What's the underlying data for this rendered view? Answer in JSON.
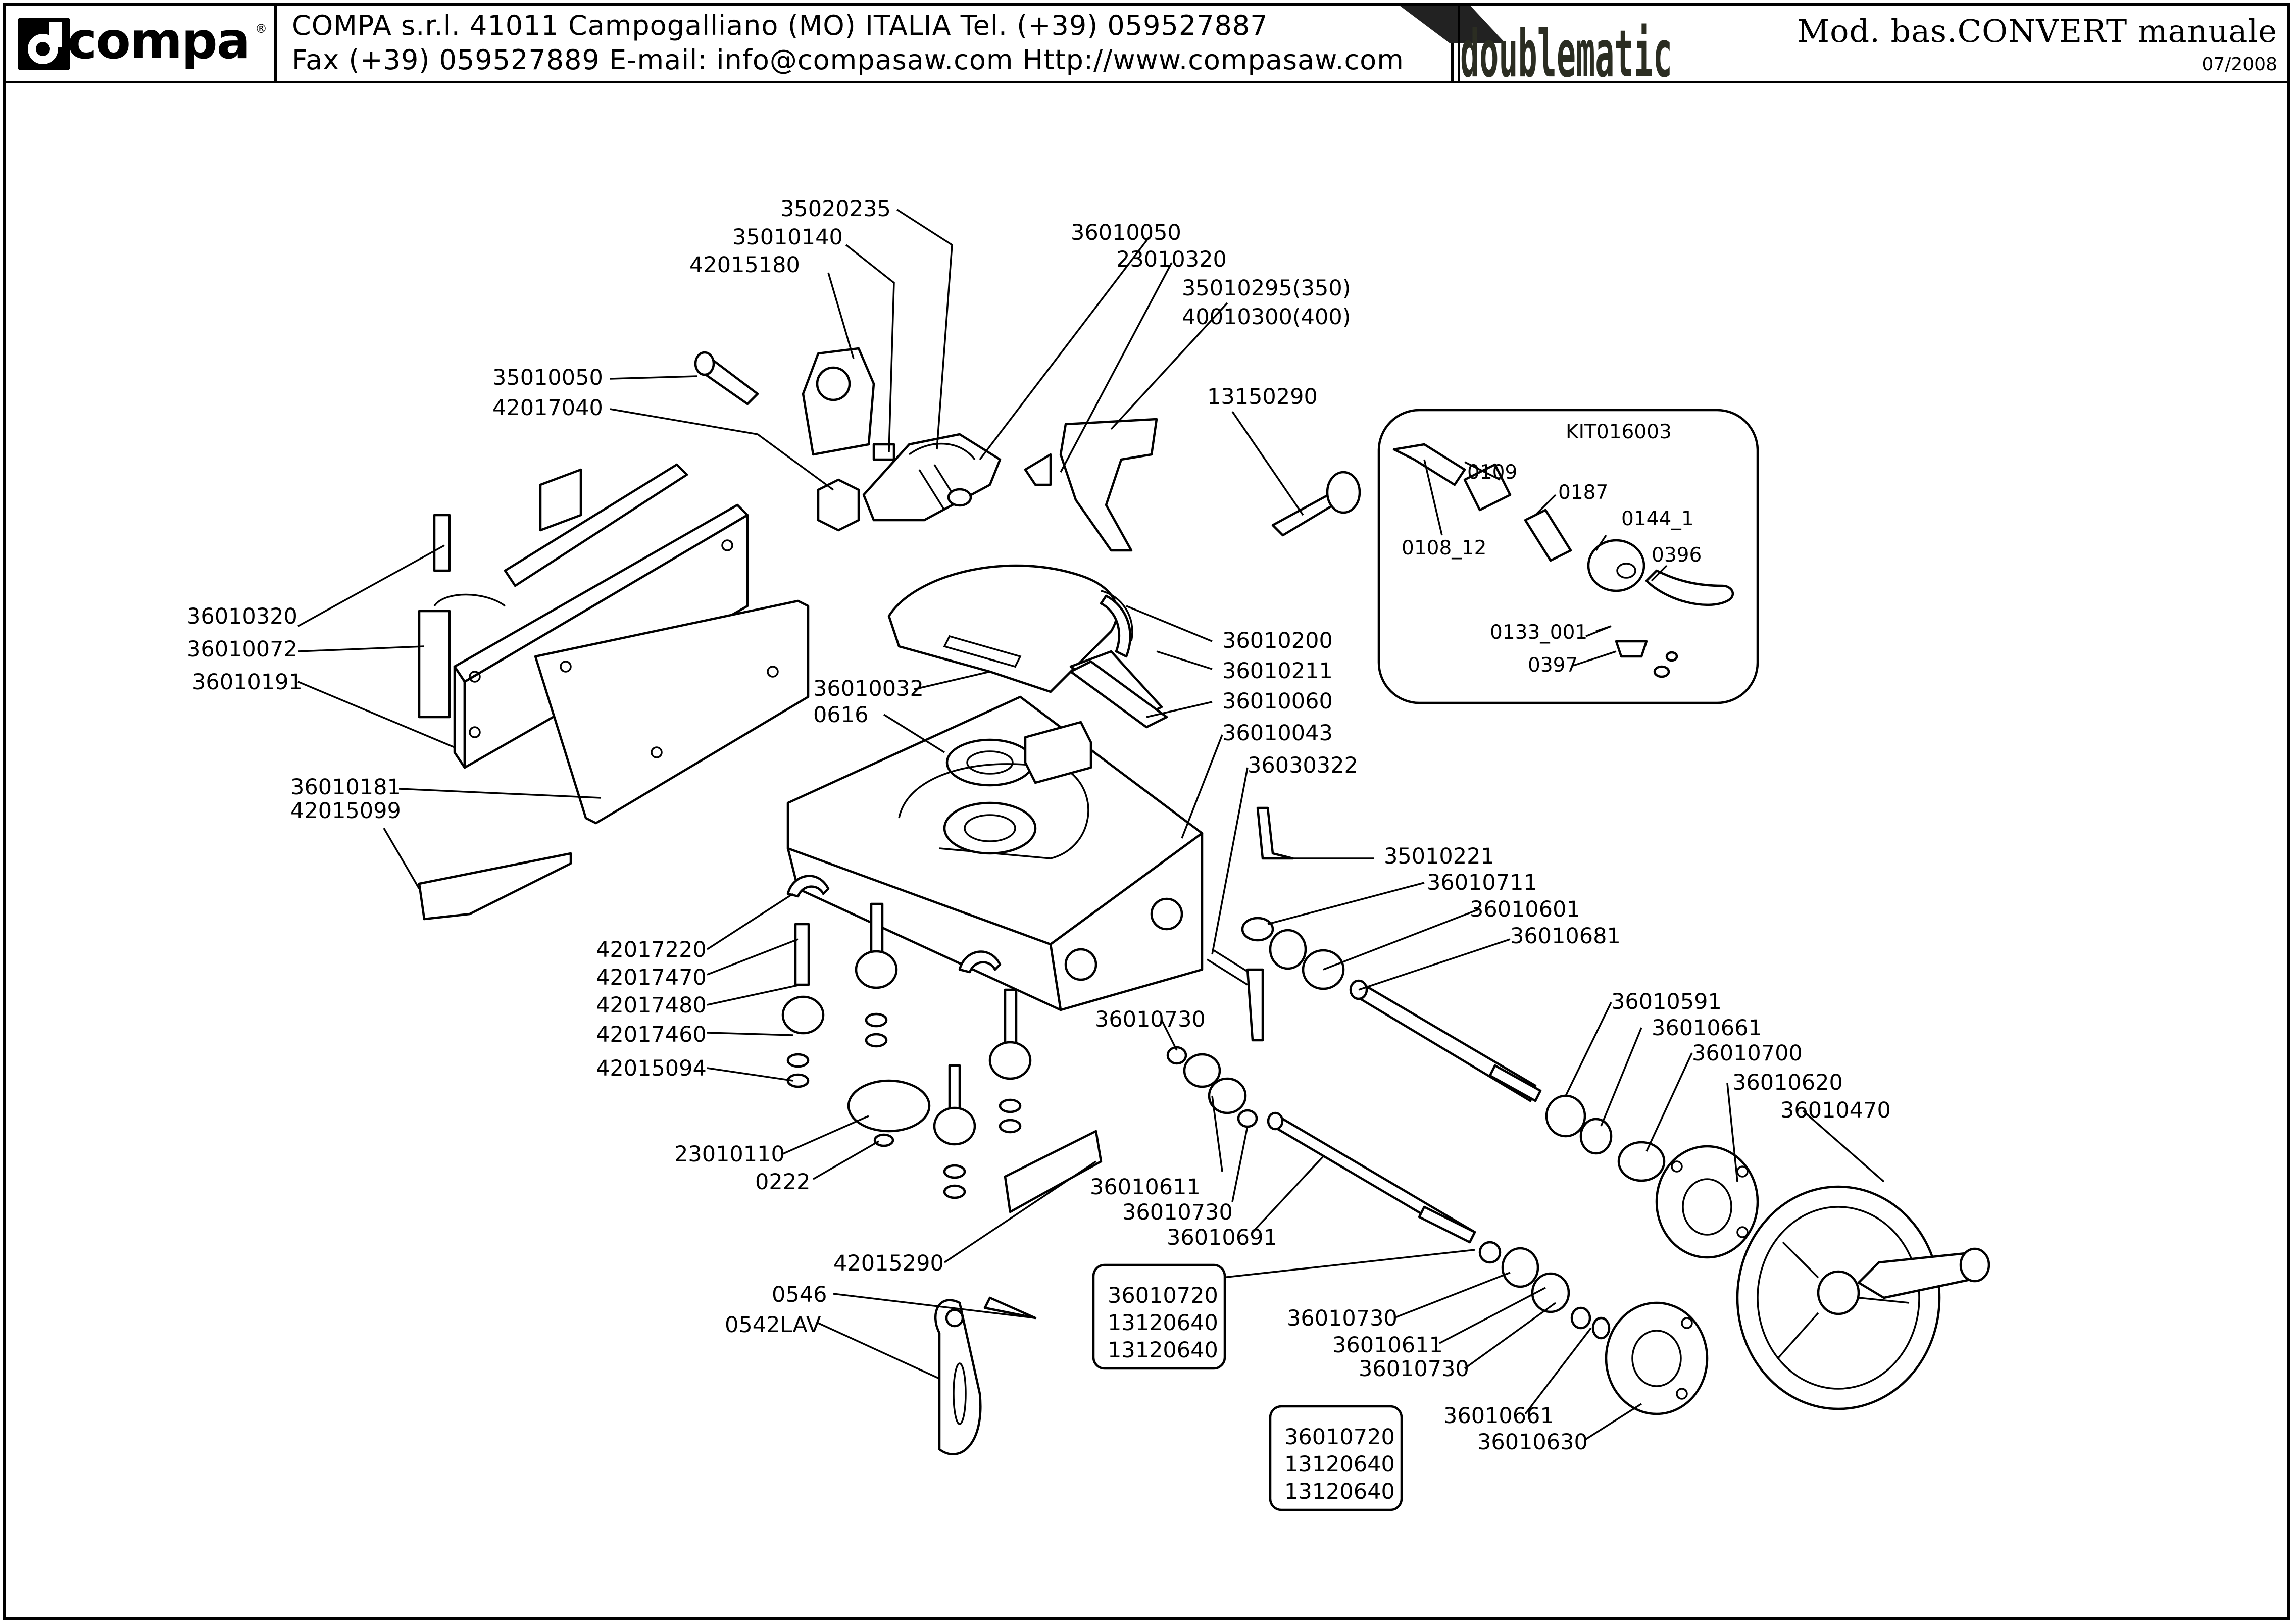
{
  "header": {
    "logo_text": "compa",
    "address_line1": "COMPA s.r.l. 41011 Campogalliano (MO) ITALIA Tel. (+39) 059527887",
    "address_line2": "Fax (+39) 059527889 E-mail: info@compasaw.com Http://www.compasaw.com",
    "brand_name": "doublematic",
    "model_title": "Mod. bas.CONVERT manuale",
    "date": "07/2008"
  },
  "kit": {
    "title": "KIT016003",
    "labels": [
      "0109",
      "0187",
      "0144_1",
      "0396",
      "0108_12",
      "0133_001",
      "0397"
    ]
  },
  "labels": [
    "35020235",
    "35010140",
    "42015180",
    "36010050",
    "23010320",
    "35010295(350)",
    "40010300(400)",
    "35010050",
    "42017040",
    "13150290",
    "36010320",
    "36010072",
    "36010191",
    "36010200",
    "36010211",
    "36010032",
    "0616",
    "36010060",
    "36010043",
    "36030322",
    "36010181",
    "42015099",
    "35010221",
    "36010711",
    "36010601",
    "36010681",
    "42017220",
    "42017470",
    "42017480",
    "42017460",
    "42015094",
    "36010730",
    "36010591",
    "36010661",
    "36010700",
    "36010620",
    "36010470",
    "23010110",
    "0222",
    "36010611",
    "36010730",
    "36010691",
    "42015290",
    "0546",
    "0542LAV",
    "36010730",
    "36010611",
    "36010730",
    "36010661",
    "36010630"
  ],
  "boxes": [
    [
      "36010720",
      "13120640",
      "13120640"
    ],
    [
      "36010720",
      "13120640",
      "13120640"
    ]
  ]
}
